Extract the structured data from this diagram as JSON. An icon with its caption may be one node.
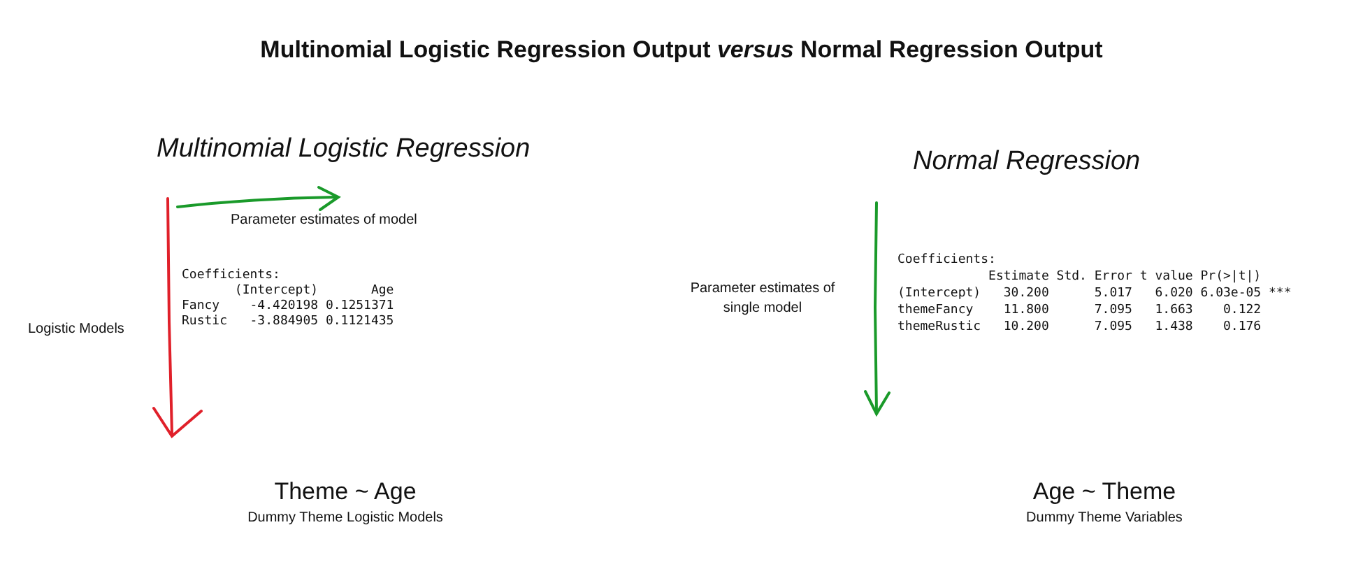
{
  "diagram": {
    "title": "Multinomial Logistic Regression Output *versus* Normal Regression Output",
    "labels": [
      "Multinomial Logistic Regression",
      "Parameter estimates of model",
      "Logistic Models",
      "Coefficients:",
      "       (Intercept)       Age",
      "Fancy    -4.420198 0.1251371",
      "Rustic   -3.884905 0.1121435",
      "Normal Regression",
      "Parameter estimates of single model",
      "Coefficients:",
      "            Estimate Std. Error t value Pr(>|t|)",
      "(Intercept)   30.200      5.017   6.020 6.03e-05 ***",
      "themeFancy    11.800      7.095   1.663    0.122",
      "themeRustic   10.200      7.095   1.438    0.176",
      "Theme ~ Age",
      "Dummy Theme Logistic Models",
      "Age ~ Theme",
      "Dummy Theme Variables"
    ]
  }
}
